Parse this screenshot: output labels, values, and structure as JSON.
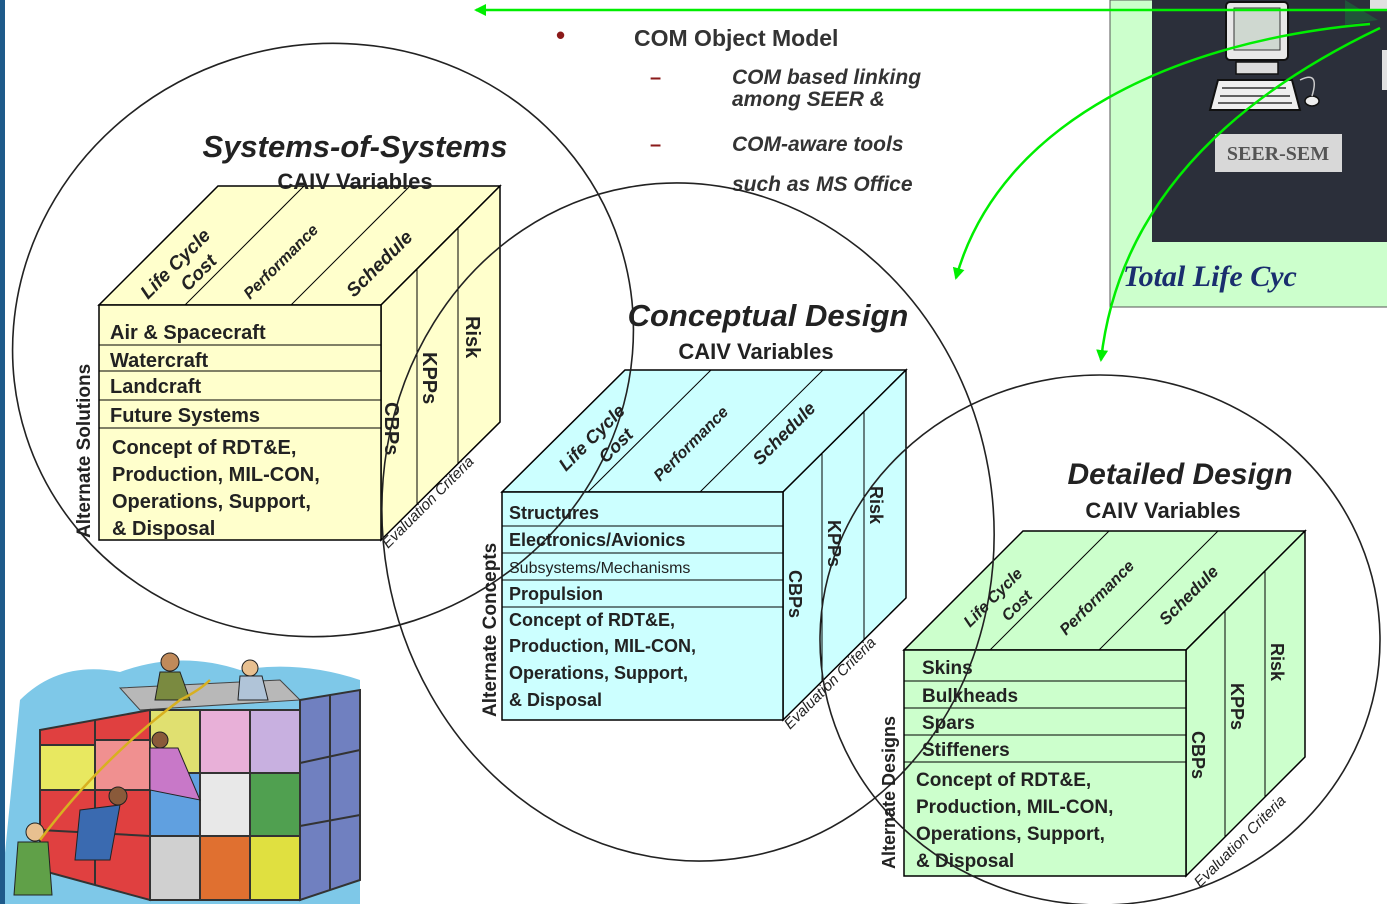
{
  "bullets": {
    "main": "COM Object Model",
    "sub1_line1": "COM based linking",
    "sub1_line2": "among SEER &",
    "sub2_line1": "COM-aware tools",
    "sub2_line2": "such as MS Office"
  },
  "panel": {
    "tool_label": "SEER-SEM",
    "caption": "Total Life Cyc"
  },
  "shared": {
    "subtitle": "CAIV Variables",
    "top_faces": [
      "Life Cycle",
      "Cost",
      "Performance",
      "Schedule"
    ],
    "side_faces": [
      "Risk",
      "KPPs",
      "CBPs"
    ],
    "evaluation": "Evaluation Criteria"
  },
  "cubes": [
    {
      "title": "Systems-of-Systems",
      "axis": "Alternate Solutions",
      "rows": [
        "Air & Spacecraft",
        "Watercraft",
        "Landcraft",
        "Future Systems"
      ],
      "concept": [
        "Concept of RDT&E,",
        "Production,  MIL-CON,",
        "Operations, Support,",
        "& Disposal"
      ],
      "color": "#ffffcc"
    },
    {
      "title": "Conceptual Design",
      "axis": "Alternate Concepts",
      "rows": [
        "Structures",
        "Electronics/Avionics",
        "Subsystems/Mechanisms",
        "Propulsion"
      ],
      "concept": [
        "Concept of RDT&E,",
        "Production,  MIL-CON,",
        "Operations, Support,",
        "& Disposal"
      ],
      "color": "#ccffff"
    },
    {
      "title": "Detailed Design",
      "axis": "Alternate Designs",
      "rows": [
        "Skins",
        "Bulkheads",
        "Spars",
        "Stiffeners"
      ],
      "concept": [
        "Concept of RDT&E,",
        "Production,  MIL-CON,",
        "Operations, Support,",
        "& Disposal"
      ],
      "color": "#ccffcc"
    }
  ],
  "colors": {
    "arrow": "#00ee00",
    "bullet": "#8b1a1a",
    "panel_bg": "#ccffcc",
    "panel_dark": "#2a2e38",
    "caption": "#1a2e6e"
  }
}
